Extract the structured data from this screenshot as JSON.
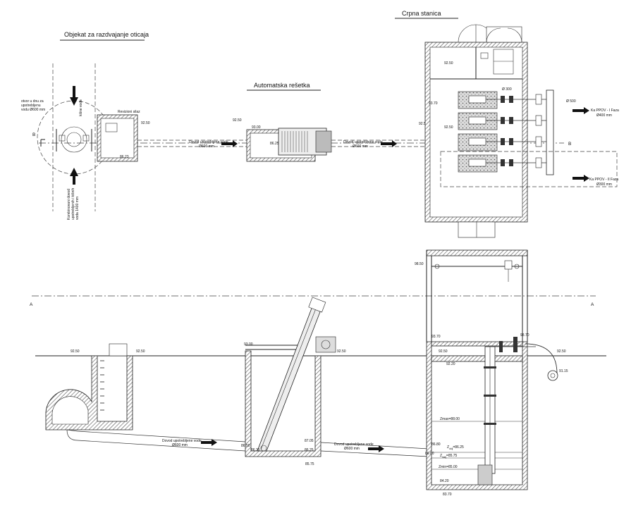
{
  "titles": {
    "structure": "Objekat za razdvajanje oticaja",
    "screen": "Automatska rešetka",
    "pump_station": "Crpna stanica"
  },
  "plan": {
    "inlet_note_1a": "otvor u dnu za",
    "inlet_note_1b": "upotrebljenu",
    "inlet_note_1c": "vodu Ø600 mm",
    "inlet_dir_top": "kišne vode",
    "inlet_note_2a": "Kombinovani dovod",
    "inlet_note_2b": "upotrebljenih i kišnih",
    "inlet_note_2c": "voda 1400 mm",
    "manhole": "Revizioni silaz",
    "elev_a": "92.50",
    "elev_b": "86.23",
    "elev_c": "92.50",
    "elev_d": "93.00",
    "elev_e": "86.25",
    "elev_f": "92.50",
    "elev_g": "92.50",
    "elev_h": "93.70",
    "elev_i": "92.50",
    "pipe1a": "Dovod upotrebljene vode",
    "pipe1b": "Ø600 mm",
    "pipe2a": "Dovod upotrebljene vode",
    "pipe2b": "Ø600 mm",
    "dia_300": "Ø 300",
    "dia_500": "Ø 500",
    "out1a": "Ka PPOV - I Faza",
    "out1b": "Ø400 mm",
    "out2a": "Ka PPOV - II Faza",
    "out2b": "Ø300 mm",
    "sec_b_left": "B",
    "sec_b_right": "B"
  },
  "section": {
    "sec_a_left": "A",
    "sec_a_right": "A",
    "g1": "92.50",
    "g2": "92.50",
    "g3": "93.00",
    "g4": "92.50",
    "g5": "98.50",
    "g6": "93.70",
    "g7": "93.70",
    "g8": "92.50",
    "g9": "92.20",
    "g10": "92.50",
    "g11": "91.15",
    "pipe3a": "Dovod upotrebljene vode",
    "pipe3b": "Ø600 mm",
    "pipe4a": "Dovod upotrebljene vode",
    "pipe4b": "Ø600 mm",
    "h1": "86.50",
    "h2": "86.25",
    "h3": "87.05",
    "h4": "86.25",
    "h5": "85.75",
    "h6": "86.80",
    "h7": "86.00",
    "zmax": "Zmax=88.00",
    "zuk": "Z",
    "zuk_sub": "uklj",
    "zuk_val": "=86.25",
    "zisk": "Z",
    "zisk_sub": "isklj",
    "zisk_val": "=85.75",
    "zmin": "Zmin=85.00",
    "h8": "84.20",
    "h9": "83.70"
  }
}
